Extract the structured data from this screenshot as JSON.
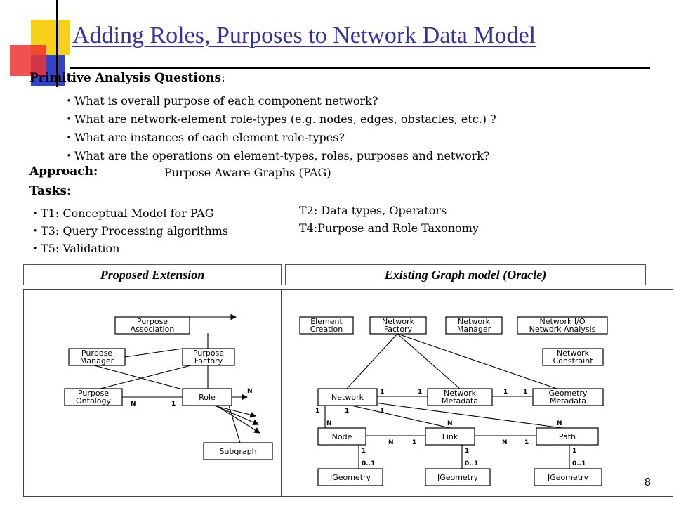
{
  "colors": {
    "accent": "#3333a0",
    "logo_yellow": "#f7d117",
    "logo_red": "#ee3333",
    "logo_blue": "#3344cc"
  },
  "slide": {
    "title": "Adding Roles, Purposes to Network Data Model",
    "questions_heading": "Primitive Analysis Questions",
    "questions_colon": ":",
    "questions": [
      "・What is overall purpose of each component network?",
      "・What are network-element role-types (e.g. nodes, edges, obstacles, etc.) ?",
      "・What are instances of each element role-types?",
      "・What are the operations on element-types, roles, purposes and network?"
    ],
    "approach_label": "Approach:",
    "approach_value": "Purpose Aware Graphs (PAG)",
    "tasks_label": "Tasks:",
    "tasks": [
      [
        "・T1: Conceptual Model for PAG",
        "T2: Data types, Operators"
      ],
      [
        "・T3: Query Processing algorithms",
        "T4:Purpose and Role Taxonomy"
      ],
      [
        "・T5: Validation",
        ""
      ]
    ],
    "page_number": "8"
  },
  "left_panel": {
    "label": "Proposed Extension",
    "boxes": {
      "purpose_association": [
        "Purpose",
        "Association"
      ],
      "purpose_manager": [
        "Purpose",
        "Manager"
      ],
      "purpose_factory": [
        "Purpose",
        "Factory"
      ],
      "purpose_ontology": [
        "Purpose",
        "Ontology"
      ],
      "role": [
        "Role"
      ],
      "subgraph": [
        "Subgraph"
      ]
    },
    "cardinalities": {
      "n_right": "N",
      "n_left": "N",
      "one": "1"
    }
  },
  "right_panel": {
    "label": "Existing Graph model (Oracle)",
    "boxes": {
      "element_creation": [
        "Element",
        "Creation"
      ],
      "network_factory": [
        "Network",
        "Factory"
      ],
      "network_manager": [
        "Network",
        "Manager"
      ],
      "network_io": [
        "Network I/O",
        "Network Analysis"
      ],
      "network_constraint": [
        "Network",
        "Constraint"
      ],
      "network": [
        "Network"
      ],
      "network_metadata": [
        "Network",
        "Metadata"
      ],
      "geometry_metadata": [
        "Geometry",
        "Metadata"
      ],
      "node": [
        "Node"
      ],
      "link": [
        "Link"
      ],
      "path": [
        "Path"
      ],
      "jgeometry_1": [
        "JGeometry"
      ],
      "jgeometry_2": [
        "JGeometry"
      ],
      "jgeometry_3": [
        "JGeometry"
      ]
    },
    "cardinalities": {
      "one": "1",
      "n": "N",
      "zero_one": "0..1"
    }
  }
}
